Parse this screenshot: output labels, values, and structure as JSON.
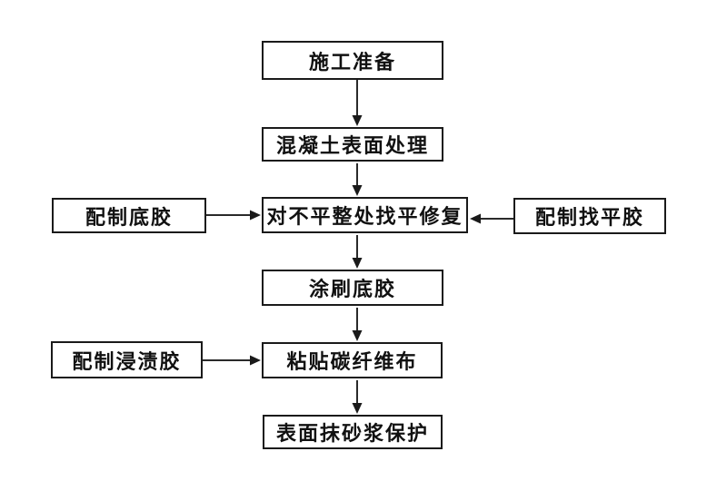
{
  "flowchart": {
    "nodes": {
      "prep": {
        "label": "施工准备"
      },
      "surface": {
        "label": "混凝土表面处理"
      },
      "level_repair": {
        "label": "对不平整处找平修复"
      },
      "primer_mix": {
        "label": "配制底胶"
      },
      "level_mix": {
        "label": "配制找平胶"
      },
      "primer_coat": {
        "label": "涂刷底胶"
      },
      "impreg_mix": {
        "label": "配制浸渍胶"
      },
      "fiber_paste": {
        "label": "粘贴碳纤维布"
      },
      "mortar": {
        "label": "表面抹砂浆保护"
      }
    },
    "edges": [
      {
        "from": "prep",
        "to": "surface",
        "direction": "down"
      },
      {
        "from": "surface",
        "to": "level_repair",
        "direction": "down"
      },
      {
        "from": "primer_mix",
        "to": "level_repair",
        "direction": "right"
      },
      {
        "from": "level_mix",
        "to": "level_repair",
        "direction": "left"
      },
      {
        "from": "level_repair",
        "to": "primer_coat",
        "direction": "down"
      },
      {
        "from": "primer_coat",
        "to": "fiber_paste",
        "direction": "down"
      },
      {
        "from": "impreg_mix",
        "to": "fiber_paste",
        "direction": "right"
      },
      {
        "from": "fiber_paste",
        "to": "mortar",
        "direction": "down"
      }
    ],
    "colors": {
      "background": "#ffffff",
      "box_fill": "#ffffff",
      "box_border": "#1a1a1a",
      "line": "#2a2a2a",
      "text": "#111111"
    }
  }
}
